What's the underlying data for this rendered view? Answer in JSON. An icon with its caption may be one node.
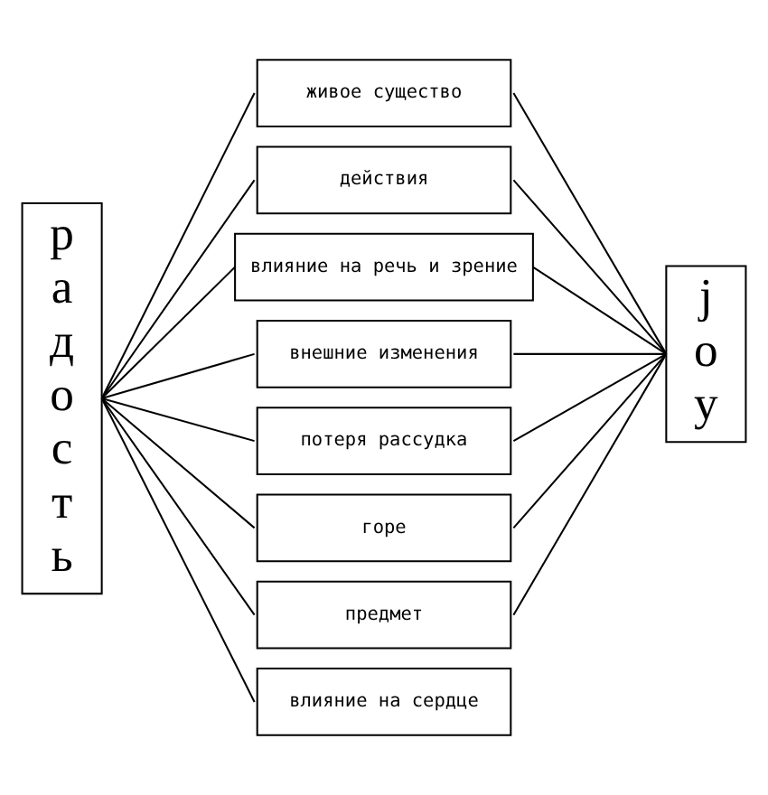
{
  "diagram": {
    "nodes": [
      {
        "text": [
          "радость"
        ]
      },
      {
        "text": [
          "живое существо"
        ]
      },
      {
        "text": [
          "действия"
        ]
      },
      {
        "text": [
          "влияние на речь и зрение"
        ]
      },
      {
        "text": [
          "внешние изменения"
        ]
      },
      {
        "text": [
          "потеря рассудка"
        ]
      },
      {
        "text": [
          "горе"
        ]
      },
      {
        "text": [
          "предмет"
        ]
      },
      {
        "text": [
          "влияние на сердце"
        ]
      },
      {
        "text": [
          "joy"
        ]
      }
    ],
    "edges": [
      {
        "from": 0,
        "to": 1,
        "arrow": "none"
      },
      {
        "from": 0,
        "to": 2,
        "arrow": "none"
      },
      {
        "from": 0,
        "to": 3,
        "arrow": "none"
      },
      {
        "from": 0,
        "to": 4,
        "arrow": "none"
      },
      {
        "from": 0,
        "to": 5,
        "arrow": "none"
      },
      {
        "from": 0,
        "to": 6,
        "arrow": "none"
      },
      {
        "from": 0,
        "to": 7,
        "arrow": "none"
      },
      {
        "from": 0,
        "to": 8,
        "arrow": "none"
      },
      {
        "from": 1,
        "to": 9,
        "arrow": "none"
      },
      {
        "from": 2,
        "to": 9,
        "arrow": "none"
      },
      {
        "from": 3,
        "to": 9,
        "arrow": "none"
      },
      {
        "from": 4,
        "to": 9,
        "arrow": "none"
      },
      {
        "from": 5,
        "to": 9,
        "arrow": "none"
      },
      {
        "from": 6,
        "to": 9,
        "arrow": "none"
      },
      {
        "from": 7,
        "to": 9,
        "arrow": "none"
      }
    ]
  }
}
